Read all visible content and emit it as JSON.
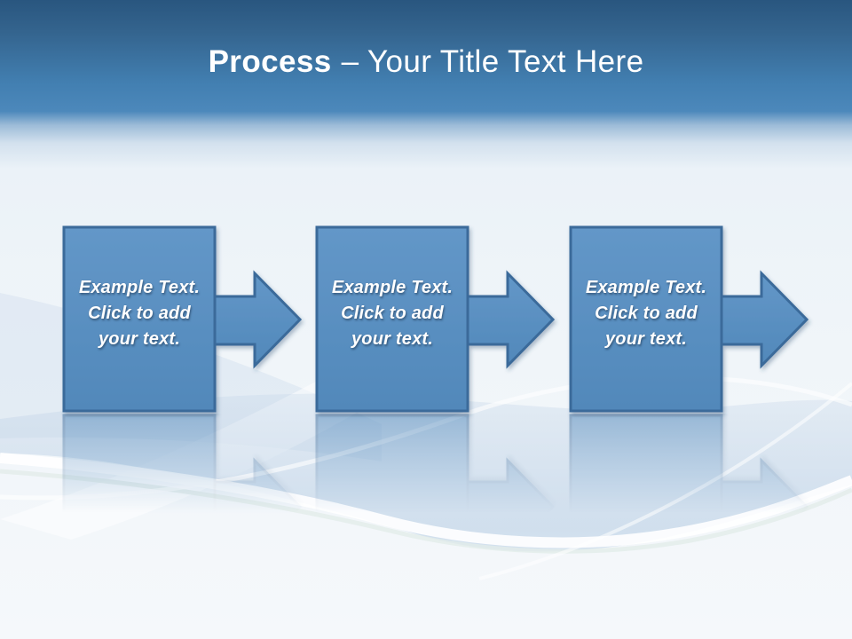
{
  "slide": {
    "title": {
      "emphasis": "Process",
      "rest": "– Your Title Text Here"
    }
  },
  "process": {
    "steps": [
      {
        "lines": [
          "Example Text.",
          "Click to add",
          "your text."
        ]
      },
      {
        "lines": [
          "Example Text.",
          "Click to add",
          "your text."
        ]
      },
      {
        "lines": [
          "Example Text.",
          "Click to add",
          "your text."
        ]
      }
    ]
  },
  "colors": {
    "header_top": "#29567f",
    "header_blue": "#4c88bb",
    "box_fill": "#5992c4",
    "box_border": "#3a6b9a",
    "box_text": "#ffffff",
    "background": "#f0f5f9",
    "wave_blue": "#c3d5e7"
  }
}
